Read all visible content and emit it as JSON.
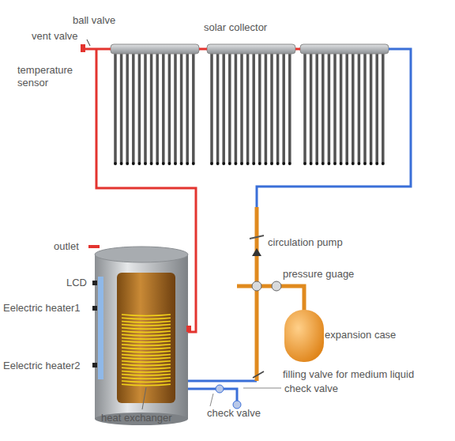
{
  "diagram": {
    "labels": [
      "ball valve",
      "vent valve",
      "solar collector",
      "temperature sensor",
      "outlet",
      "LCD",
      "Eelectric heater1",
      "Eelectric heater2",
      "heat exchanger",
      "circulation pump",
      "pressure guage",
      "expansion case",
      "filling valve for medium liquid",
      "check valve",
      "check valve"
    ]
  }
}
